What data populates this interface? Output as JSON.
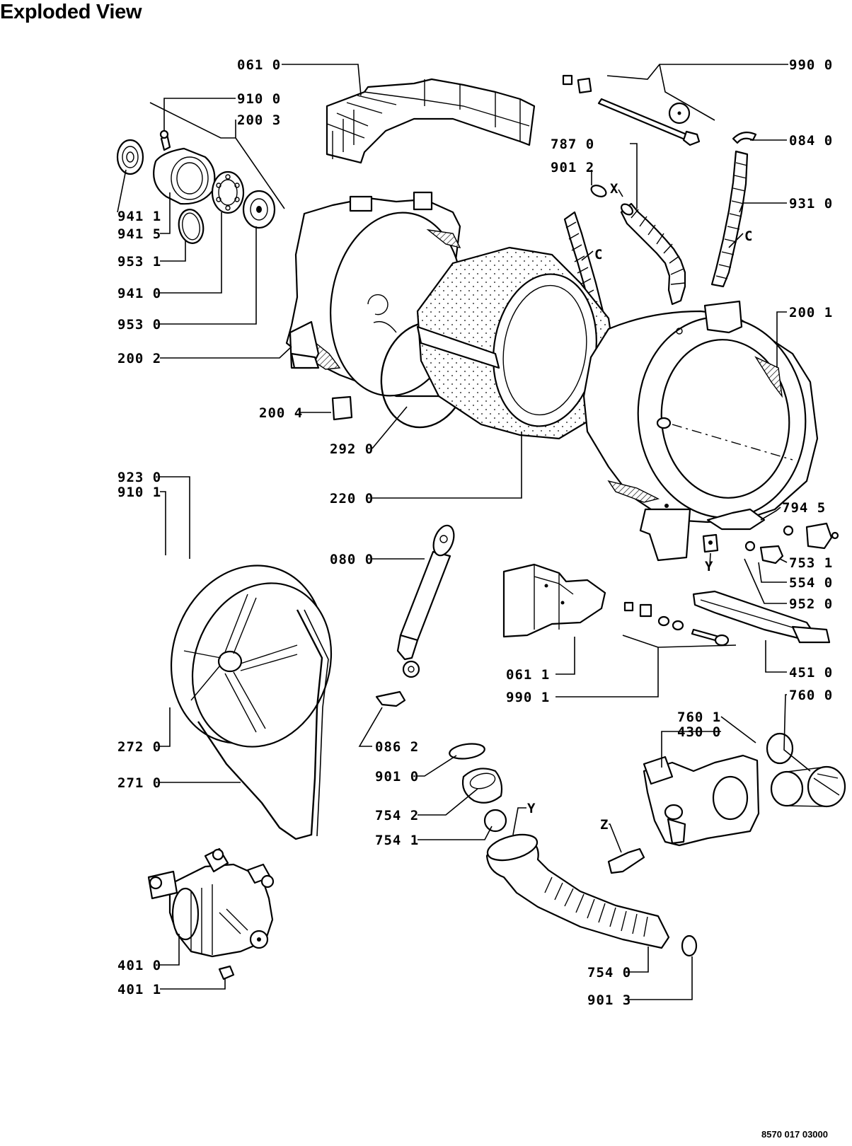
{
  "title": "Exploded View",
  "doc_number": "8570 017 03000",
  "labels": [
    {
      "id": "061-0-top",
      "text": "061 0"
    },
    {
      "id": "990-0",
      "text": "990 0"
    },
    {
      "id": "910-0",
      "text": "910 0"
    },
    {
      "id": "200-3",
      "text": "200 3"
    },
    {
      "id": "787-0",
      "text": "787 0"
    },
    {
      "id": "084-0",
      "text": "084 0"
    },
    {
      "id": "901-2",
      "text": "901 2"
    },
    {
      "id": "x-top",
      "text": "X"
    },
    {
      "id": "931-0",
      "text": "931 0"
    },
    {
      "id": "941-1",
      "text": "941 1"
    },
    {
      "id": "941-5",
      "text": "941 5"
    },
    {
      "id": "c-right",
      "text": "C"
    },
    {
      "id": "953-1",
      "text": "953 1"
    },
    {
      "id": "c-mid",
      "text": "C"
    },
    {
      "id": "941-0",
      "text": "941 0"
    },
    {
      "id": "953-0",
      "text": "953 0"
    },
    {
      "id": "200-1",
      "text": "200 1"
    },
    {
      "id": "200-2",
      "text": "200 2"
    },
    {
      "id": "200-4",
      "text": "200 4"
    },
    {
      "id": "292-0",
      "text": "292 0"
    },
    {
      "id": "923-0",
      "text": "923 0"
    },
    {
      "id": "910-1",
      "text": "910 1"
    },
    {
      "id": "220-0",
      "text": "220 0"
    },
    {
      "id": "794-5",
      "text": "794 5"
    },
    {
      "id": "080-0",
      "text": "080 0"
    },
    {
      "id": "753-1",
      "text": "753 1"
    },
    {
      "id": "y-tub",
      "text": "Y"
    },
    {
      "id": "554-0",
      "text": "554 0"
    },
    {
      "id": "952-0",
      "text": "952 0"
    },
    {
      "id": "061-1",
      "text": "061 1"
    },
    {
      "id": "451-0",
      "text": "451 0"
    },
    {
      "id": "990-1",
      "text": "990 1"
    },
    {
      "id": "760-0",
      "text": "760 0"
    },
    {
      "id": "760-1",
      "text": "760 1"
    },
    {
      "id": "430-0",
      "text": "430 0"
    },
    {
      "id": "272-0",
      "text": "272 0"
    },
    {
      "id": "086-2",
      "text": "086 2"
    },
    {
      "id": "901-0",
      "text": "901 0"
    },
    {
      "id": "271-0",
      "text": "271 0"
    },
    {
      "id": "754-2",
      "text": "754 2"
    },
    {
      "id": "y-hose",
      "text": "Y"
    },
    {
      "id": "z",
      "text": "Z"
    },
    {
      "id": "754-1",
      "text": "754 1"
    },
    {
      "id": "401-0",
      "text": "401 0"
    },
    {
      "id": "754-0",
      "text": "754 0"
    },
    {
      "id": "401-1",
      "text": "401 1"
    },
    {
      "id": "901-3",
      "text": "901 3"
    }
  ]
}
